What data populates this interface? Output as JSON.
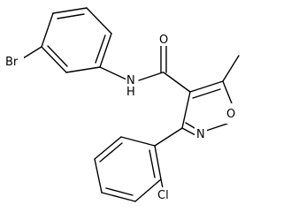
{
  "molecule": {
    "atom_labels": {
      "bromine": "Br",
      "amide_nitrogen": "N",
      "amide_hydrogen": "H",
      "carbonyl_oxygen": "O",
      "ring_oxygen": "O",
      "ring_nitrogen": "N",
      "chlorine": "Cl"
    },
    "colors": {
      "bond": "#000000",
      "label": "#000000",
      "background": "#ffffff"
    }
  }
}
